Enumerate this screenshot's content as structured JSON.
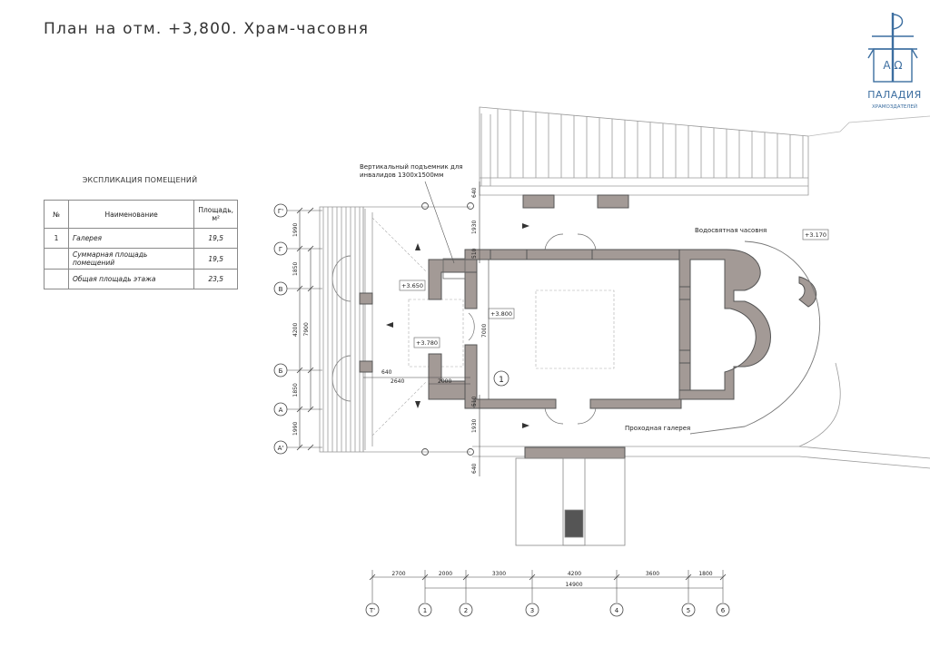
{
  "title": "План на отм. +3,800. Храм-часовня",
  "explication": {
    "title": "ЭКСПЛИКАЦИЯ ПОМЕЩЕНИЙ",
    "headers": {
      "no": "№",
      "name": "Наименование",
      "area": "Площадь, м²"
    },
    "rows": [
      {
        "no": "1",
        "name": "Галерея",
        "area": "19,5"
      },
      {
        "no": "",
        "name": "Суммарная площадь помещений",
        "area": "19,5"
      },
      {
        "no": "",
        "name": "Общая площадь этажа",
        "area": "23,5"
      }
    ]
  },
  "annotations": {
    "lift": "Вертикальный подъемник для инвалидов 1300х1500мм",
    "chapel": "Водосвятная часовня",
    "gallery": "Проходная галерея",
    "room_marker": "1"
  },
  "levels": [
    "+3.650",
    "+3.780",
    "+3.800",
    "+3.170"
  ],
  "inner_dims": {
    "d640": "640",
    "d2640": "2640",
    "d2000": "2000",
    "d7000": "7000"
  },
  "top_dims": {
    "d640": "640",
    "d1930": "1930",
    "d510": "510"
  },
  "bottom_dims": {
    "d510": "510",
    "d1930": "1930",
    "d640": "640"
  },
  "left_dims": {
    "outer": [
      "1990",
      "1850",
      "4200",
      "1850",
      "1990"
    ],
    "inner": "7900"
  },
  "row_axes": [
    "Г'",
    "Г",
    "В",
    "Б",
    "А",
    "А'"
  ],
  "col_axes": [
    "Т'",
    "1",
    "2",
    "3",
    "4",
    "5",
    "6"
  ],
  "bottom_segment_dims": [
    "2700",
    "2000",
    "3300",
    "4200",
    "3600",
    "1800"
  ],
  "bottom_total_dim": "14900",
  "logo": {
    "top_letters": "А Ω",
    "brand": "ПАЛАДИЯ",
    "subtitle": "ХРАМОЗДАТЕЛЕЙ"
  },
  "colors": {
    "wall_fill": "#a39a96",
    "line": "#555555",
    "faint": "#9a9a9a"
  }
}
